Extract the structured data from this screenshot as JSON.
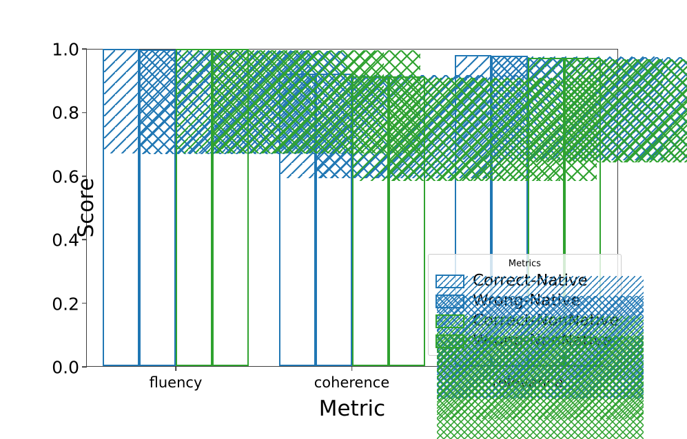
{
  "chart_data": {
    "type": "bar",
    "title": "",
    "xlabel": "Metric",
    "ylabel": "Score",
    "categories": [
      "fluency",
      "coherence",
      "relevance"
    ],
    "ylim": [
      0.0,
      1.0
    ],
    "yticks": [
      "0.0",
      "0.2",
      "0.4",
      "0.6",
      "0.8",
      "1.0"
    ],
    "ytick_values": [
      0.0,
      0.2,
      0.4,
      0.6,
      0.8,
      1.0
    ],
    "grid": false,
    "legend_title": "Metrics",
    "legend_position": "center right",
    "series": [
      {
        "name": "Correct-Native",
        "color": "#2077b4",
        "hatch": "diagonal",
        "values": [
          0.997,
          0.92,
          0.978
        ]
      },
      {
        "name": "Wrong-Native",
        "color": "#2077b4",
        "hatch": "crosshatch",
        "values": [
          0.995,
          0.919,
          0.977
        ]
      },
      {
        "name": "Correct-NonNative",
        "color": "#2fa22f",
        "hatch": "diagonal",
        "values": [
          0.997,
          0.911,
          0.97
        ]
      },
      {
        "name": "Wrong-NonNative",
        "color": "#2fa22f",
        "hatch": "crosshatch",
        "values": [
          0.997,
          0.911,
          0.97
        ]
      }
    ]
  },
  "colors": {
    "blue": "#2077b4",
    "green": "#2fa22f",
    "axis": "#3d3d3d",
    "background": "#ffffff"
  }
}
